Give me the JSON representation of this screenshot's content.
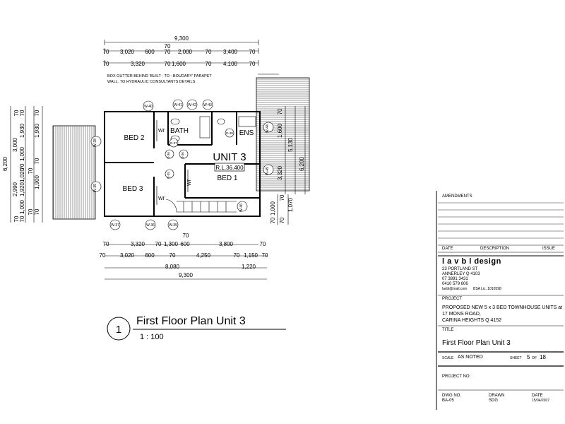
{
  "plan": {
    "title": "First Floor Plan Unit 3",
    "scale": "1 : 100",
    "number": "1",
    "unit_label": "UNIT 3",
    "rl_label": "R.L.36.400",
    "note_line1": "BOX GUTTER BEHIND 'BUILT - TO - BOUDARY' PARAPET",
    "note_line2": "WALL. TO HYDRAULIC CONSULTANTS DETAILS",
    "rooms": {
      "bed1": "BED 1",
      "bed2": "BED 2",
      "bed3": "BED 3",
      "bath": "BATH",
      "ens": "ENS",
      "wir": "WI'",
      "wir2": "WI'",
      "wir3": "WI'"
    },
    "windows": [
      "W-40",
      "W-41",
      "W-42",
      "W-43",
      "W-44",
      "W-45",
      "W-46",
      "W-38",
      "W-39",
      "W-37",
      "W-36",
      "W-35"
    ],
    "doors": [
      "D-37",
      "D-38",
      "D-36",
      "D-36",
      "D-35"
    ],
    "top_dims": {
      "overall": "9,300",
      "row1_mid": "70",
      "row1": [
        "70",
        "3,020",
        "600",
        "70",
        "2,000",
        "70",
        "3,400",
        "70"
      ],
      "row2": [
        "70",
        "3,320",
        "70",
        "1,600",
        "70",
        "4,100",
        "70"
      ]
    },
    "bottom_dims": {
      "row1_mid": "70",
      "row1": [
        "70",
        "3,320",
        "70",
        "1,300",
        "600",
        "3,800",
        "70"
      ],
      "row2": [
        "70",
        "3,020",
        "600",
        "70",
        "4,250",
        "70",
        "1,150",
        "70"
      ],
      "row3": [
        "8,080",
        "1,220"
      ],
      "overall": "9,300"
    },
    "left_dims": {
      "overall": "6,200",
      "col1": [
        "3,000",
        "2,990"
      ],
      "col2": [
        "70",
        "1,930",
        "1,000",
        "70",
        "1,020",
        "1,920",
        "1,000",
        "70"
      ],
      "col3": [
        "70",
        "1,930",
        "70",
        "1,900",
        "70"
      ],
      "extra": [
        "70",
        "70",
        "70",
        "70"
      ]
    },
    "right_dims": {
      "inner": [
        "70",
        "1,600",
        "3,320",
        "5,130",
        "6,200"
      ],
      "lower": [
        "1,000",
        "70",
        "1,070",
        "70",
        "70"
      ]
    }
  },
  "title_block": {
    "amendments_label": "AMENDMENTS",
    "date_col": "DATE",
    "description_col": "DESCRIPTION",
    "issue_col": "ISSUE",
    "firm_name": "l a v b l  design",
    "firm_address": [
      "23 PORTLAND ST",
      "ANNERLEY Q 4103",
      "07 3891 3431",
      "0410 579 606"
    ],
    "firm_email": "lavbl@mail.com",
    "firm_bsa": "BSA Lic. 1010598",
    "project_label": "PROJECT",
    "project_lines": [
      "PROPOSED NEW 5 x 3 BED TOWNHOUSE UNITS at",
      "17 MONS ROAD,",
      "CARINA HEIGHTS Q 4152"
    ],
    "title_label": "TITLE",
    "title_value": "First Floor Plan Unit 3",
    "scale_label": "SCALE",
    "scale_value": "AS NOTED",
    "sheet_label": "SHEET",
    "sheet_num": "5",
    "sheet_of": "OF",
    "sheet_total": "18",
    "project_no_label": "PROJECT NO.",
    "dwg_no_label": "DWG NO.",
    "dwg_no_value": "BA-05",
    "drawn_label": "DRAWN",
    "drawn_value": "SDG",
    "date_label": "DATE",
    "date_value": "15/04/2007"
  }
}
